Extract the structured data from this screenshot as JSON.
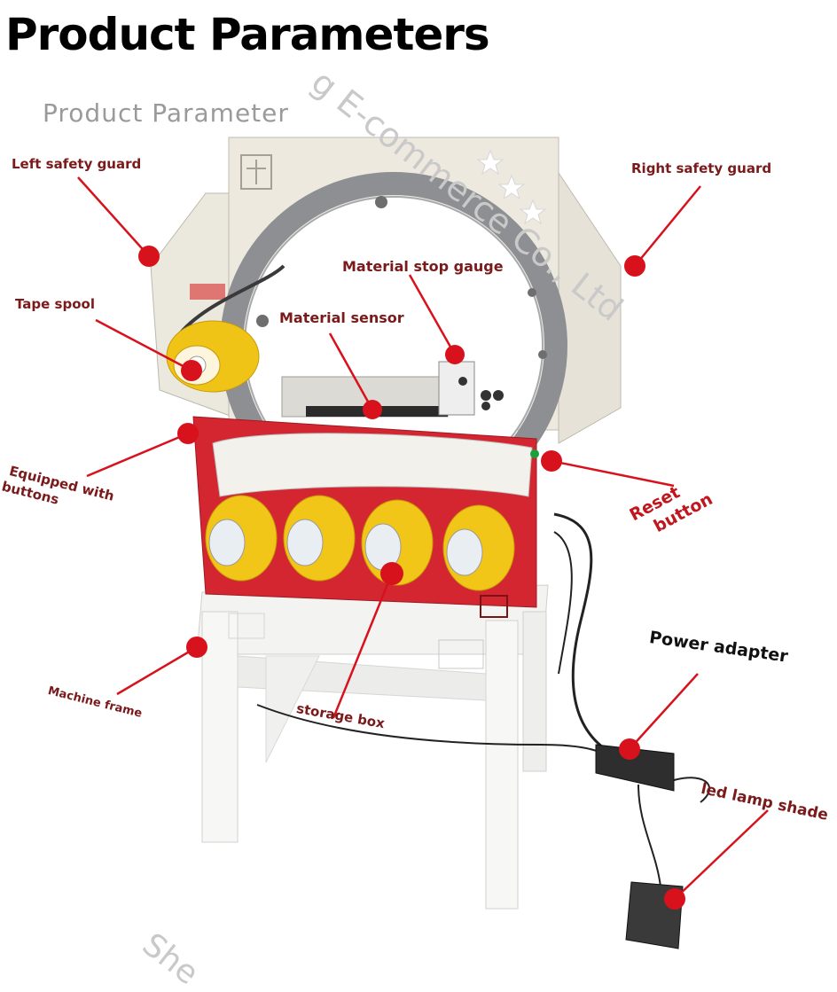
{
  "title": "Product Parameters",
  "subtitle": "Product  Parameter",
  "watermark": {
    "main": "g E-commerce Co., Ltd",
    "bottom": "She"
  },
  "labels": {
    "left_safety_guard": "Left safety guard",
    "right_safety_guard": "Right safety guard",
    "material_stop_gauge": "Material stop gauge",
    "tape_spool": "Tape spool",
    "material_sensor": "Material sensor",
    "equipped_with_buttons_1": "Equipped with",
    "equipped_with_buttons_2": "buttons",
    "reset_button_1": "Reset",
    "reset_button_2": "button",
    "power_adapter": "Power adapter",
    "machine_frame": "Machine frame",
    "storage_box": "storage box",
    "led_lamp_shade": "led lamp shade"
  },
  "colors": {
    "marker": "#d8121c",
    "label_text": "#7a1a1a",
    "machine_body": "#ece8dd",
    "storage_box": "#d42630",
    "tape": "#f0c416",
    "frame": "#f4f4f2"
  }
}
